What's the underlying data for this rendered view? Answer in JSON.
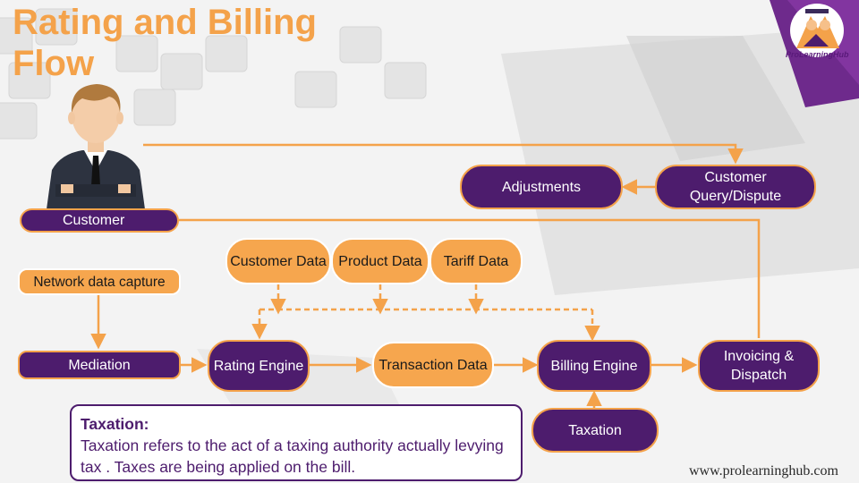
{
  "title": "Rating and Billing Flow",
  "logo_text": "ProLearningHub",
  "url": "www.prolearninghub.com",
  "colors": {
    "purple": "#4d1c6d",
    "orange": "#f6a64e",
    "title": "#f4a24a"
  },
  "nodes": {
    "customer": "Customer",
    "network_data_capture": "Network data capture",
    "mediation": "Mediation",
    "customer_data": "Customer Data",
    "product_data": "Product Data",
    "tariff_data": "Tariff Data",
    "rating_engine": "Rating Engine",
    "transaction_data": "Transaction Data",
    "billing_engine": "Billing Engine",
    "invoicing_dispatch": "Invoicing & Dispatch",
    "taxation": "Taxation",
    "adjustments": "Adjustments",
    "customer_query_dispute": "Customer Query/Dispute"
  },
  "taxation_note": {
    "heading": "Taxation:",
    "body": "Taxation refers to the act of a taxing authority actually levying tax . Taxes are being applied on the bill."
  }
}
